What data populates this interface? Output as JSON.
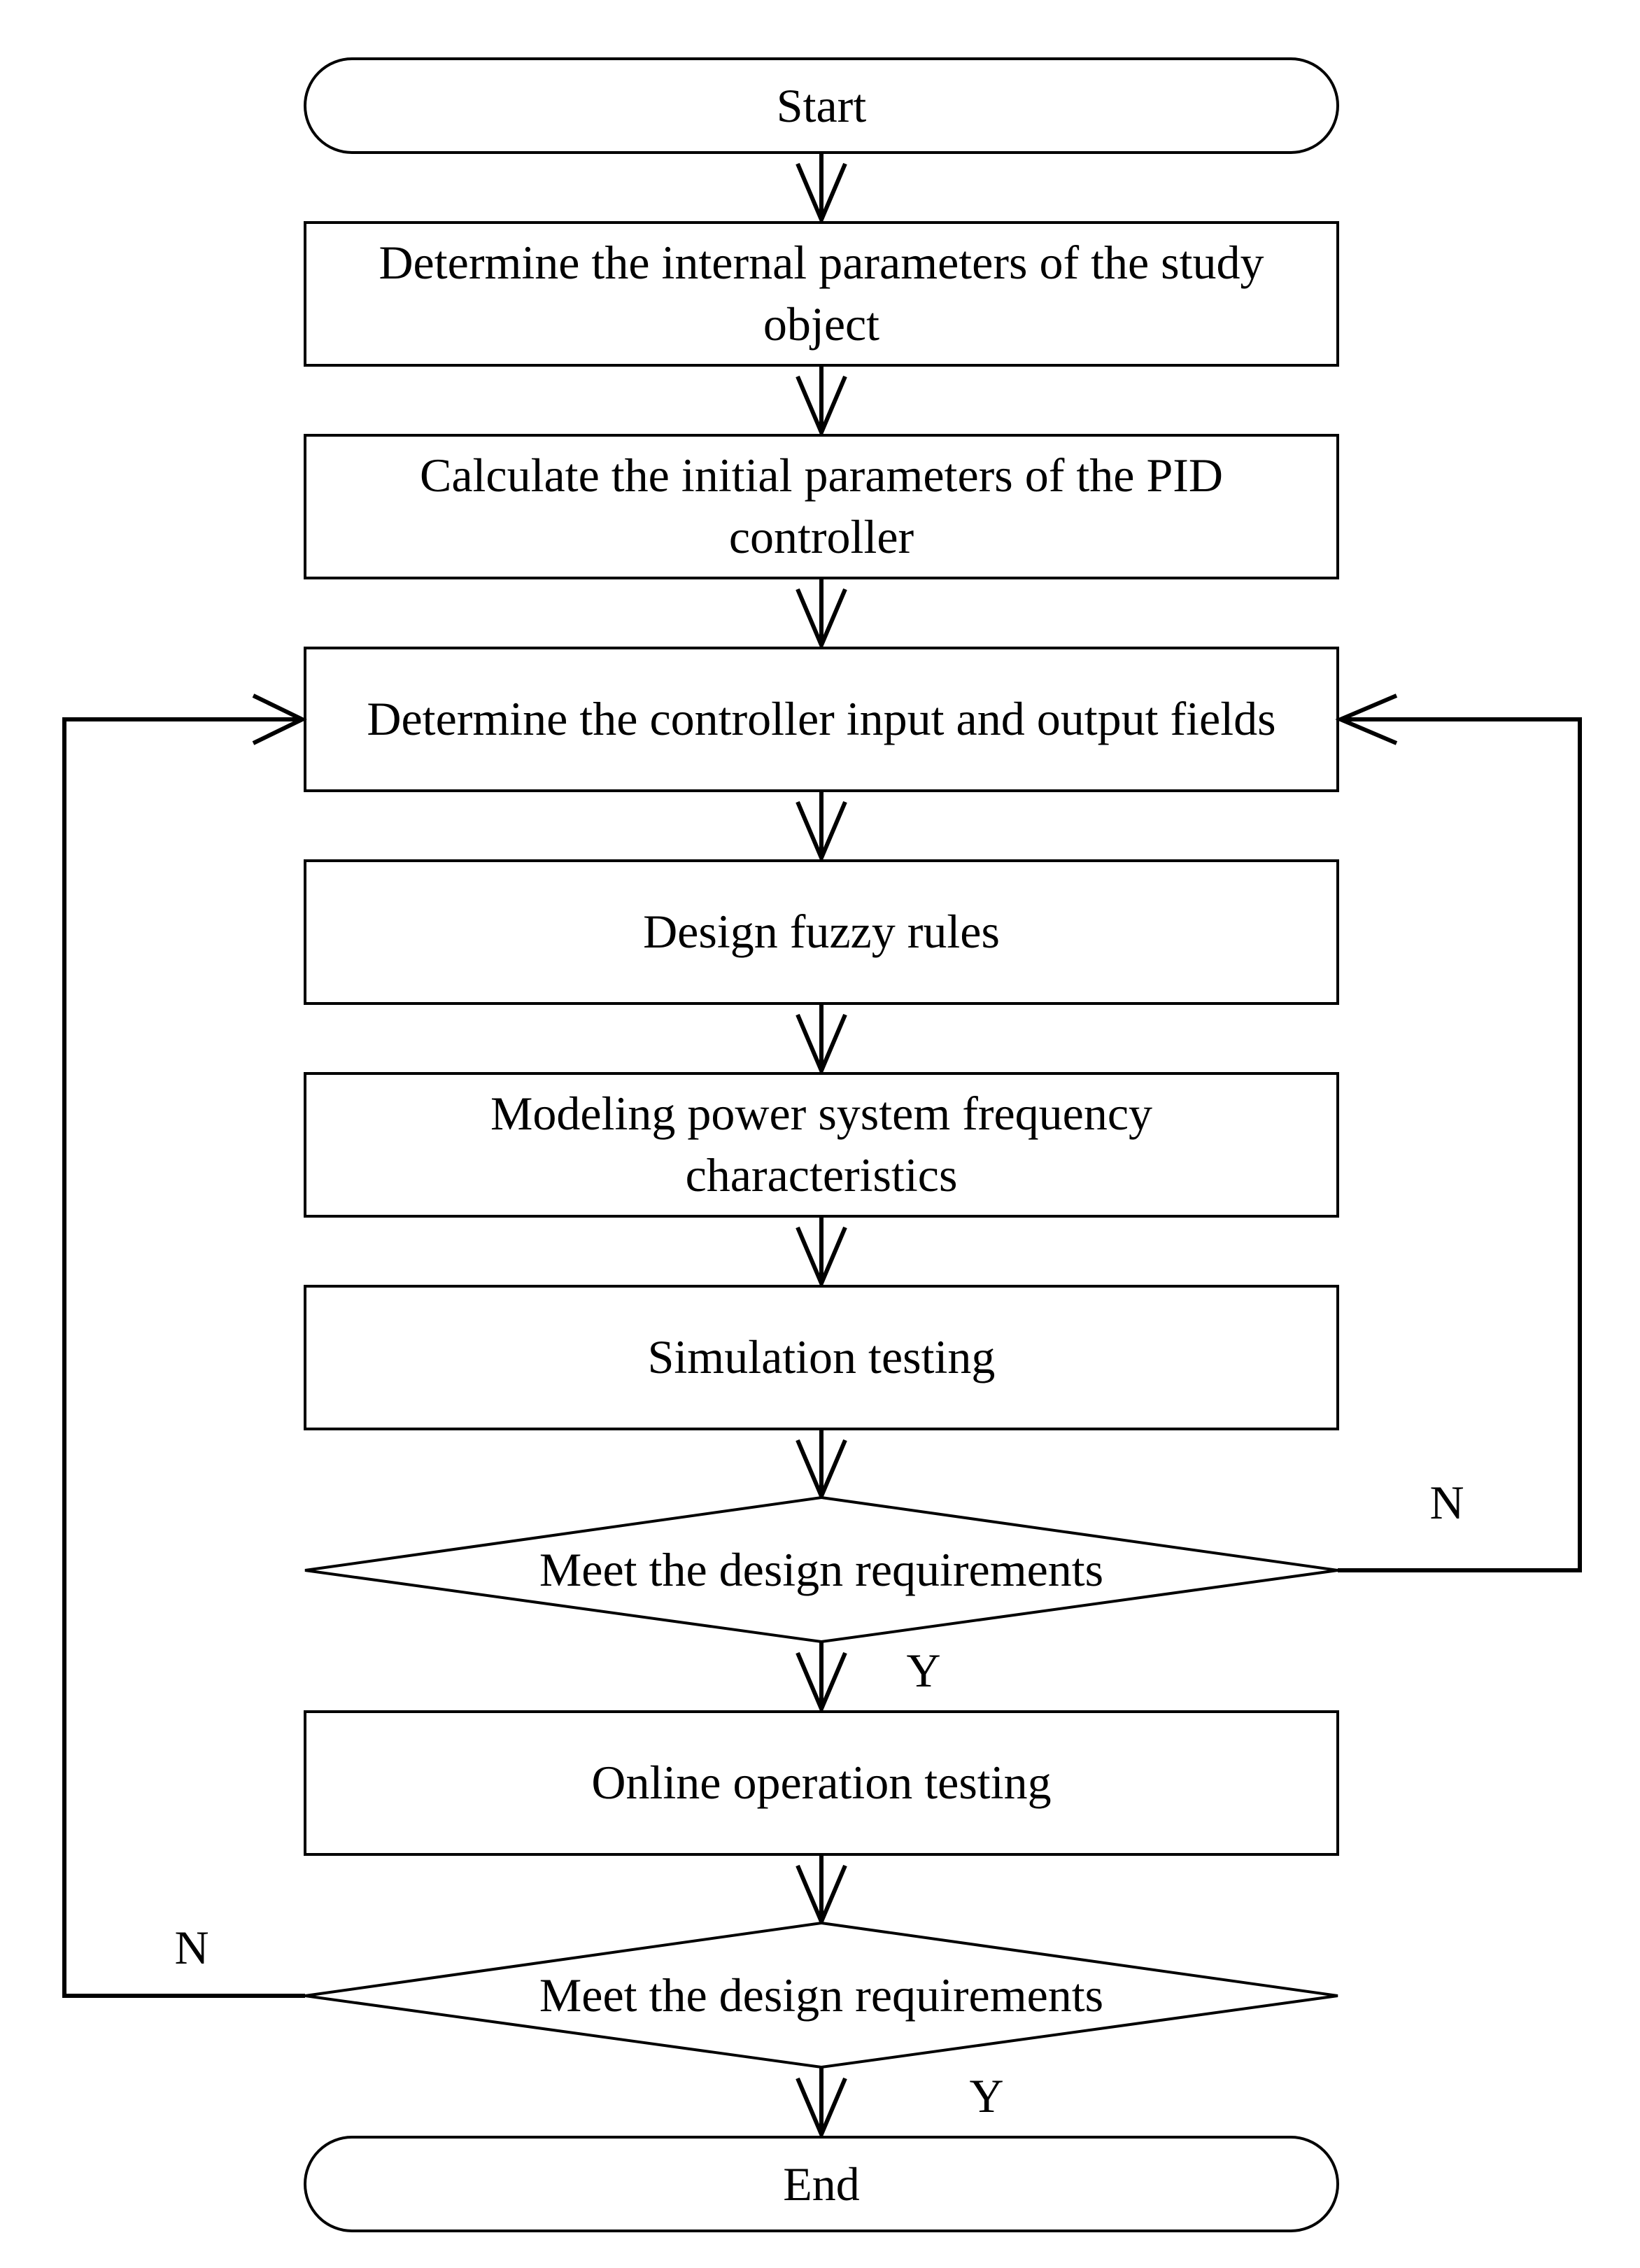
{
  "nodes": {
    "start": {
      "line1": "Start"
    },
    "step1": {
      "line1": "Determine the internal parameters of the study",
      "line2": "object"
    },
    "step2": {
      "line1": "Calculate the initial parameters of the PID",
      "line2": "controller"
    },
    "step3": {
      "line1": "Determine the controller input and output fields"
    },
    "step4": {
      "line1": "Design fuzzy rules"
    },
    "step5": {
      "line1": "Modeling power system frequency",
      "line2": "characteristics"
    },
    "step6": {
      "line1": "Simulation testing"
    },
    "decision1": {
      "line1": "Meet the design requirements"
    },
    "step7": {
      "line1": "Online operation testing"
    },
    "decision2": {
      "line1": "Meet the design requirements"
    },
    "end": {
      "line1": "End"
    }
  },
  "branches": {
    "decision1_no": "N",
    "decision1_yes": "Y",
    "decision2_no": "N",
    "decision2_yes": "Y"
  }
}
